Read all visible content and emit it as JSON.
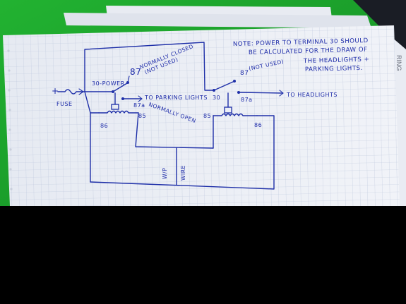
{
  "photo": {
    "subject": "Hand-drawn relay wiring sketch on graph paper",
    "colors": {
      "desk_green": "#1fa82e",
      "paper": "#eef1f6",
      "grid_line": "#bcc6dc",
      "ink": "#1c2aa8",
      "background": "#000000"
    }
  },
  "note": {
    "line1": "NOTE: POWER TO TERMINAL 30 SHOULD",
    "line2": "BE CALCULATED FOR THE DRAW OF",
    "line3": "THE HEADLIGHTS +",
    "line4": "PARKING LIGHTS."
  },
  "relay_left": {
    "t87": "87",
    "t87_desc_1": "NORMALLY CLOSED",
    "t87_desc_2": "(NOT USED)",
    "t30": "30-POWER",
    "t87a": "87a",
    "t87a_desc": "NORMALLY OPEN",
    "t85": "85",
    "t86": "86",
    "output": "TO PARKING LIGHTS"
  },
  "relay_right": {
    "t87": "87",
    "t87_desc": "(NOT USED)",
    "t30": "30",
    "t87a": "87a",
    "t85": "85",
    "t86": "86",
    "output": "TO HEADLIGHTS"
  },
  "input": {
    "plus": "+",
    "fuse": "FUSE"
  },
  "ground_wire": {
    "line1": "W/P",
    "line2": "WIRE"
  }
}
